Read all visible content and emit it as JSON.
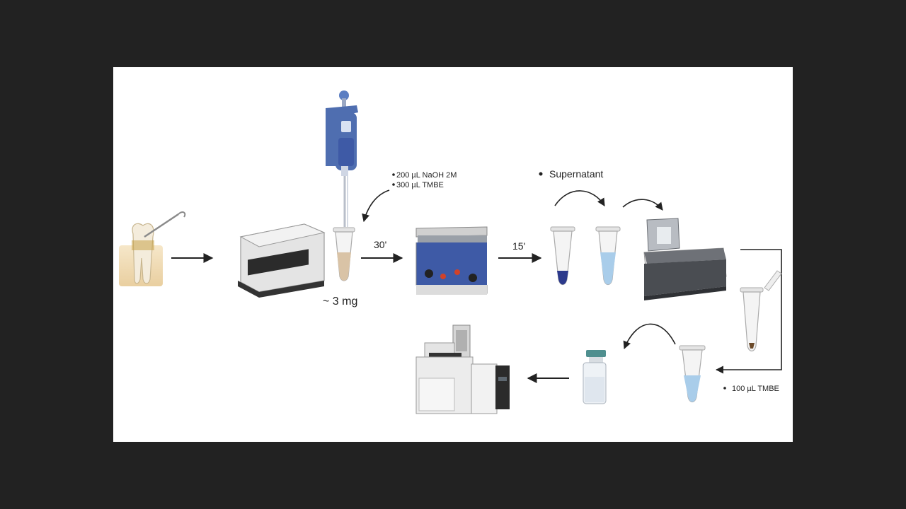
{
  "labels": {
    "reagent_1": "200 µL NaOH 2M",
    "reagent_2": "300 µL TMBE",
    "sample_mass": "~ 3 mg",
    "time_1": "30'",
    "time_2": "15'",
    "supernatant": "Supernatant",
    "reagent_3": "100 µL TMBE"
  },
  "colors": {
    "background": "#222222",
    "panel": "#ffffff",
    "pipette_blue": "#4f6eb0",
    "sonicator_blue": "#3e5aa6",
    "liquid_blue": "#a9cdea",
    "dark_pellet": "#2c3a8c",
    "arrow": "#222222"
  }
}
